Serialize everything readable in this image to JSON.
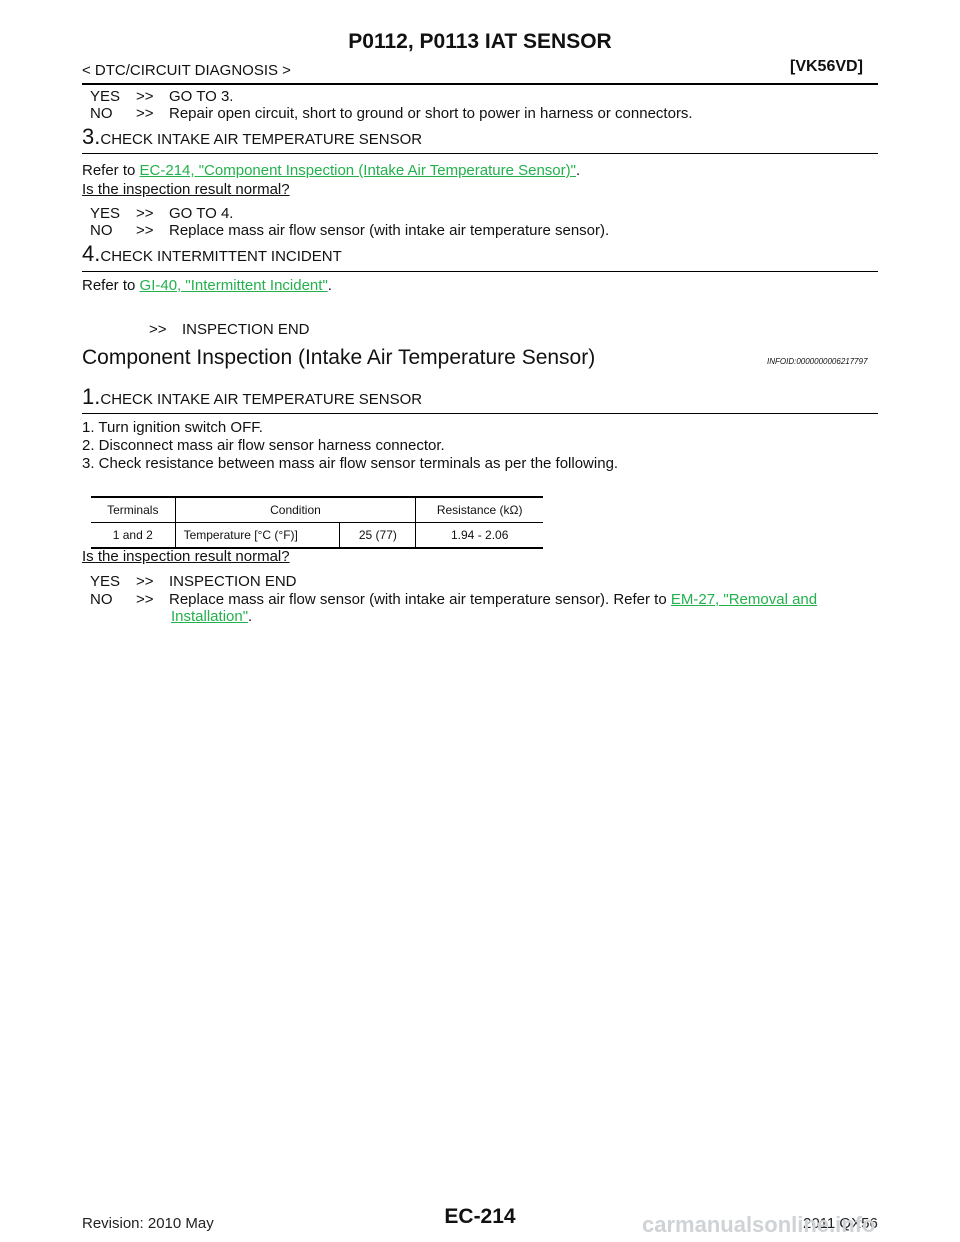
{
  "header": {
    "title": "P0112, P0113 IAT SENSOR",
    "section": "< DTC/CIRCUIT DIAGNOSIS >",
    "engine": "[VK56VD]"
  },
  "step2_result": {
    "yes_key": "YES",
    "yes_arrow": ">>",
    "yes_text": "GO TO 3.",
    "no_key": "NO",
    "no_arrow": ">>",
    "no_text": "Repair open circuit, short to ground or short to power in harness or connectors."
  },
  "step3": {
    "num": "3.",
    "heading": "CHECK INTAKE AIR TEMPERATURE SENSOR",
    "refer_prefix": "Refer to ",
    "refer_link": "EC-214, \"Component Inspection (Intake Air Temperature Sensor)\"",
    "refer_suffix": ".",
    "question": "Is the inspection result normal?",
    "yes_key": "YES",
    "yes_arrow": ">>",
    "yes_text": "GO TO 4.",
    "no_key": "NO",
    "no_arrow": ">>",
    "no_text": "Replace mass air flow sensor (with intake air temperature sensor)."
  },
  "step4": {
    "num": "4.",
    "heading": "CHECK INTERMITTENT INCIDENT",
    "refer_prefix": "Refer to ",
    "refer_link": "GI-40, \"Intermittent Incident\"",
    "refer_suffix": ".",
    "end_arrow": ">>",
    "end_text": "INSPECTION END"
  },
  "component": {
    "heading": "Component Inspection (Intake Air Temperature Sensor)",
    "infoid": "INFOID:0000000006217797",
    "step1_num": "1.",
    "step1_heading": "CHECK INTAKE AIR TEMPERATURE SENSOR",
    "items": [
      "1. Turn ignition switch OFF.",
      "2. Disconnect mass air flow sensor harness connector.",
      "3. Check resistance between mass air flow sensor terminals as per the following."
    ],
    "table": {
      "headers": [
        "Terminals",
        "Condition",
        "Resistance (kΩ)"
      ],
      "row": [
        "1 and 2",
        "Temperature [°C (°F)]",
        "25 (77)",
        "1.94 - 2.06"
      ]
    },
    "question": "Is the inspection result normal?",
    "yes_key": "YES",
    "yes_arrow": ">>",
    "yes_text": "INSPECTION END",
    "no_key": "NO",
    "no_arrow": ">>",
    "no_text_prefix": "Replace mass air flow sensor (with intake air temperature sensor). Refer to ",
    "no_link_1": "EM-27, \"Removal and",
    "no_link_2": "Installation\"",
    "no_suffix": "."
  },
  "footer": {
    "revision": "Revision: 2010 May",
    "page": "EC-214",
    "model": "2011 QX56",
    "watermark": "carmanualsonline.info"
  }
}
